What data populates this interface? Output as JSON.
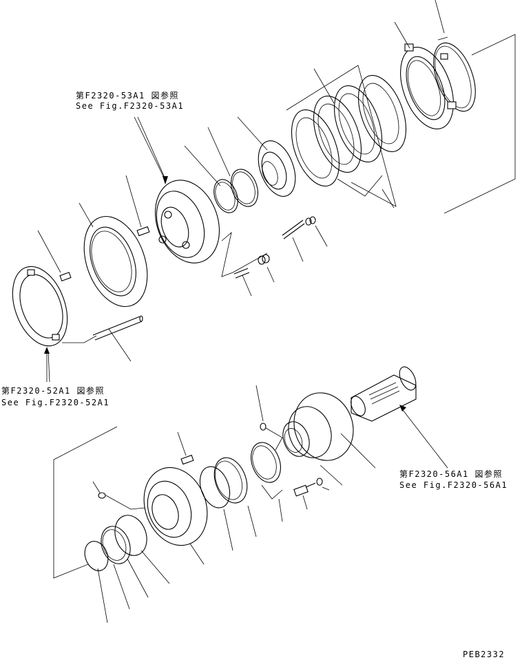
{
  "references": [
    {
      "jp": "第F2320-53A1 図参照",
      "en": "See Fig.F2320-53A1"
    },
    {
      "jp": "第F2320-52A1 図参照",
      "en": "See Fig.F2320-52A1"
    },
    {
      "jp": "第F2320-56A1 図参照",
      "en": "See Fig.F2320-56A1"
    }
  ],
  "drawing_code": "PEB2332"
}
